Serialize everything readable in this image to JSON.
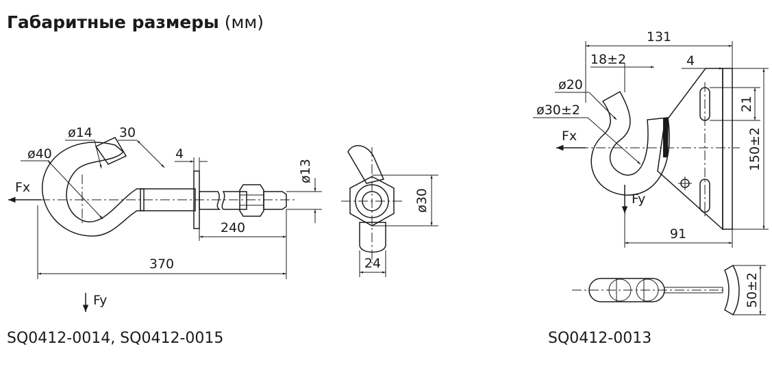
{
  "header": {
    "title_bold": "Габаритные размеры",
    "title_unit": "(мм)"
  },
  "left_figure": {
    "caption": "SQ0412-0014, SQ0412-0015",
    "dims": {
      "d40": "ø40",
      "d14": "ø14",
      "d30_top": "30",
      "d4": "4",
      "d13": "ø13",
      "d240": "240",
      "d370": "370",
      "d30_side": "ø30",
      "d24": "24"
    },
    "force_x": "Fx",
    "force_y": "Fy"
  },
  "right_figure": {
    "caption": "SQ0412-0013",
    "dims": {
      "d131": "131",
      "d18": "18±2",
      "d4": "4",
      "d20": "ø20",
      "d30": "ø30±2",
      "d21": "21",
      "d150": "150±2",
      "d91": "91",
      "d50": "50±2"
    },
    "force_x": "Fx",
    "force_y": "Fy"
  },
  "colors": {
    "line": "#1a1a1a",
    "part_fill": "#d9d9d9",
    "background": "#ffffff"
  }
}
